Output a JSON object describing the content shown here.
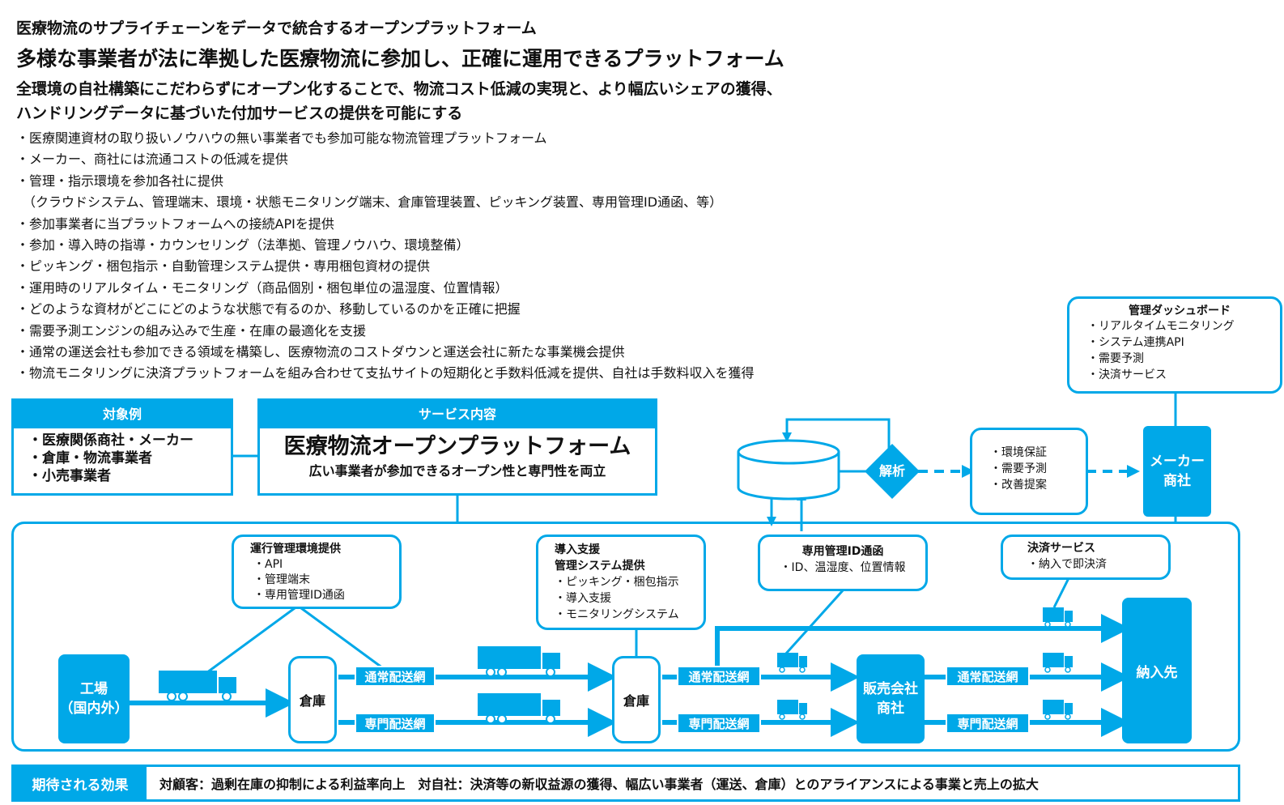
{
  "header": {
    "line1": "医療物流のサプライチェーンをデータで統合するオープンプラットフォーム",
    "line2": "多様な事業者が法に準拠した医療物流に参加し、正確に運用できるプラットフォーム",
    "line3a": "全環境の自社構築にこだわらずにオープン化することで、物流コスト低減の実現と、より幅広いシェアの獲得、",
    "line3b": "ハンドリングデータに基づいた付加サービスの提供を可能にする"
  },
  "bullets": [
    "・医療関連資材の取り扱いノウハウの無い事業者でも参加可能な物流管理プラットフォーム",
    "・メーカー、商社には流通コストの低減を提供",
    "・管理・指示環境を参加各社に提供",
    "　（クラウドシステム、管理端末、環境・状態モニタリング端末、倉庫管理装置、ピッキング装置、専用管理ID通函、等）",
    "・参加事業者に当プラットフォームへの接続APIを提供",
    "・参加・導入時の指導・カウンセリング（法準拠、管理ノウハウ、環境整備）",
    "・ピッキング・梱包指示・自動管理システム提供・専用梱包資材の提供",
    "・運用時のリアルタイム・モニタリング（商品個別・梱包単位の温湿度、位置情報）",
    "・どのような資材がどこにどのような状態で有るのか、移動しているのかを正確に把握",
    "・需要予測エンジンの組み込みで生産・在庫の最適化を支援",
    "・通常の運送会社も参加できる領域を構築し、医療物流のコストダウンと運送会社に新たな事業機会提供",
    "・物流モニタリングに決済プラットフォームを組み合わせて支払サイトの短期化と手数料低減を提供、自社は手数料収入を獲得"
  ],
  "dashboard": {
    "title": "管理ダッシュボード",
    "items": [
      "・リアルタイムモニタリング",
      "・システム連携API",
      "・需要予測",
      "・決済サービス"
    ]
  },
  "targets": {
    "title": "対象例",
    "items": [
      "・医療関係商社・メーカー",
      "・倉庫・物流事業者",
      "・小売事業者"
    ]
  },
  "service": {
    "title": "サービス内容",
    "main": "医療物流オープンプラットフォーム",
    "sub": "広い事業者が参加できるオープン性と専門性を両立"
  },
  "analysis": {
    "label": "解析"
  },
  "insights": {
    "items": [
      "・環境保証",
      "・需要予測",
      "・改善提案"
    ]
  },
  "maker": {
    "line1": "メーカー",
    "line2": "商社"
  },
  "ops_env": {
    "title": "運行管理環境提供",
    "items": [
      "・API",
      "・管理端末",
      "・専用管理ID通函"
    ]
  },
  "intro_support": {
    "title1": "導入支援",
    "title2": "管理システム提供",
    "items": [
      "・ピッキング・梱包指示",
      "・導入支援",
      "・モニタリングシステム"
    ]
  },
  "id_box": {
    "title": "専用管理ID通函",
    "items": [
      "・ID、温湿度、位置情報"
    ]
  },
  "payment": {
    "title": "決済サービス",
    "items": [
      "・納入で即決済"
    ],
    "yen": "¥"
  },
  "factory": {
    "line1": "工場",
    "line2": "（国内外）"
  },
  "warehouse1": "倉庫",
  "warehouse2": "倉庫",
  "seller": {
    "line1": "販売会社",
    "line2": "商社"
  },
  "destination": "納入先",
  "network": {
    "normal": "通常配送網",
    "special": "専門配送網"
  },
  "effects": {
    "label": "期待される効果",
    "text": "対顧客：過剰在庫の抑制による利益率向上　対自社：決済等の新収益源の獲得、幅広い事業者（運送、倉庫）とのアライアンスによる事業と売上の拡大"
  },
  "colors": {
    "accent": "#00A8E8"
  }
}
